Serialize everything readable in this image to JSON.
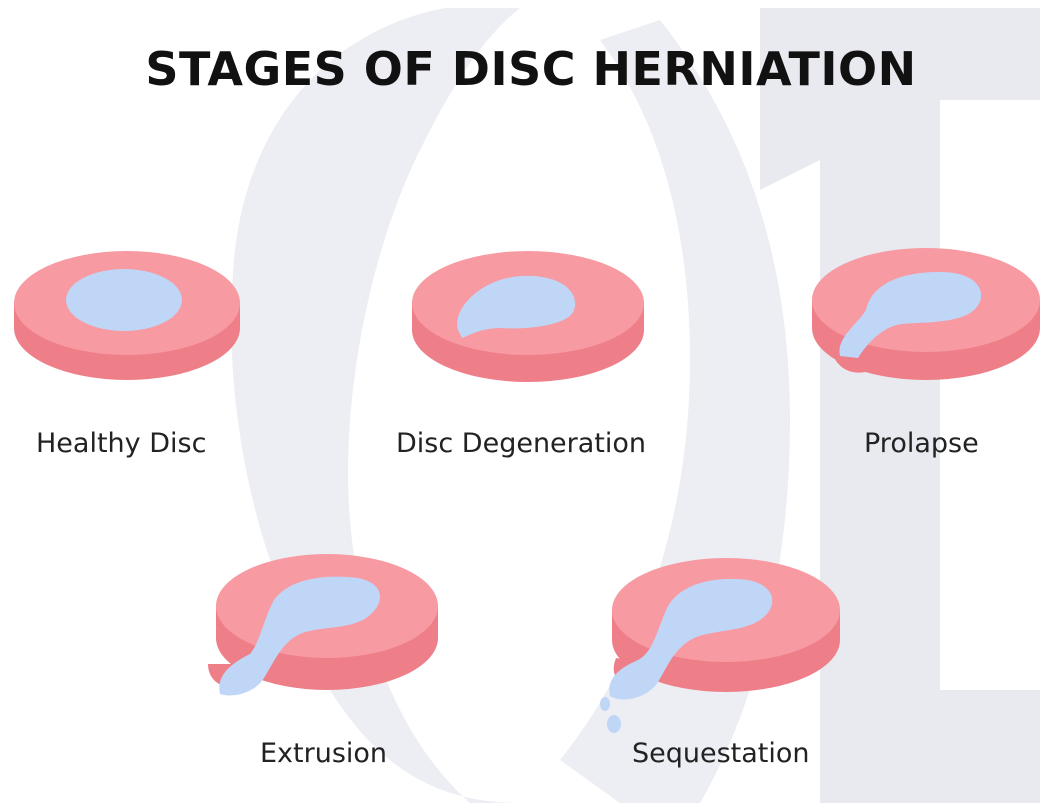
{
  "title": "STAGES OF DISC HERNIATION",
  "colors": {
    "disc_top": "#f79aa2",
    "disc_side": "#ee7f89",
    "nucleus": "#c0d6f7",
    "watermark": "#e9ebf1"
  },
  "stages": [
    {
      "id": "healthy",
      "label": "Healthy Disc"
    },
    {
      "id": "degeneration",
      "label": "Disc Degeneration"
    },
    {
      "id": "prolapse",
      "label": "Prolapse"
    },
    {
      "id": "extrusion",
      "label": "Extrusion"
    },
    {
      "id": "sequestration",
      "label": "Sequestation"
    }
  ]
}
